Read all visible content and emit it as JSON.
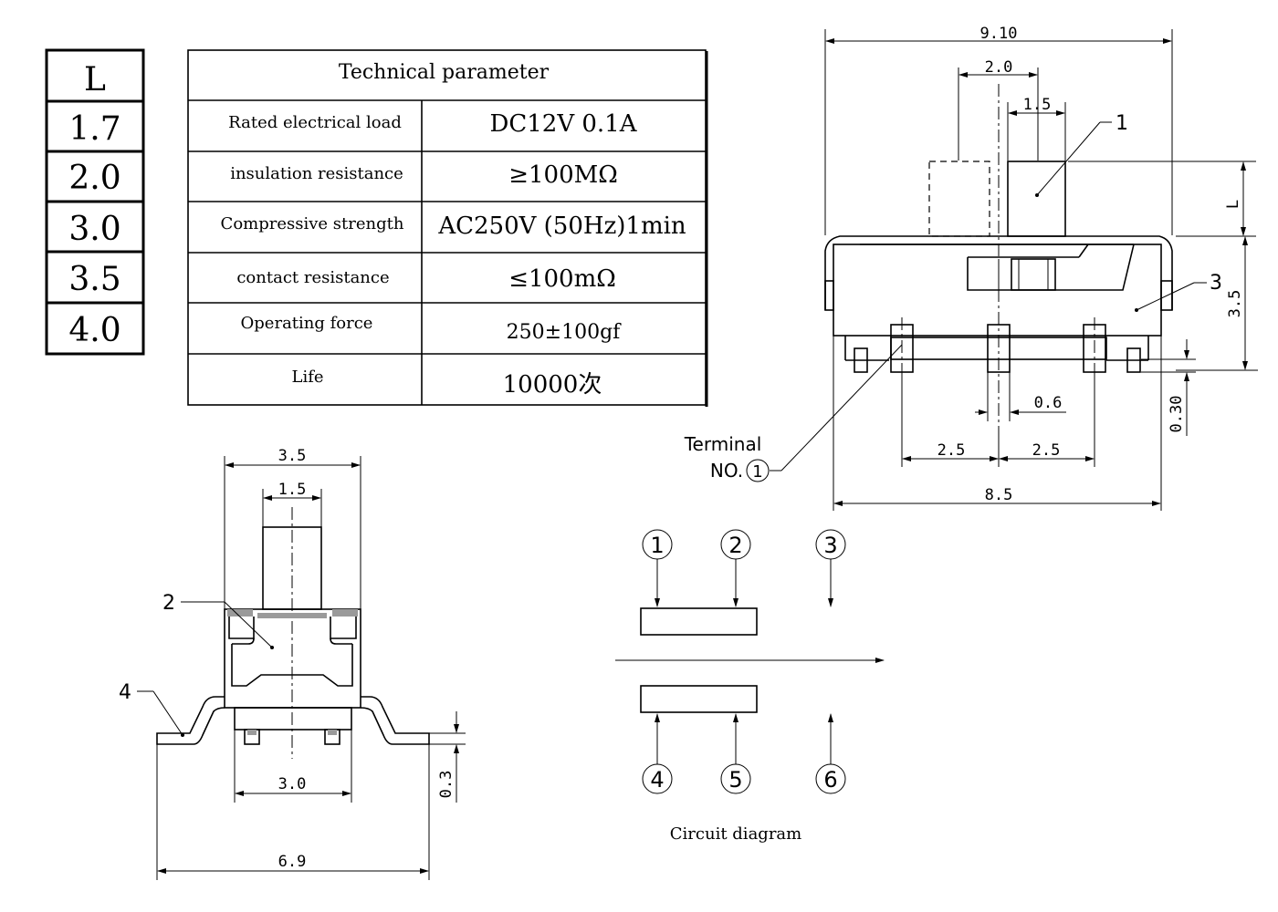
{
  "l_table": {
    "header": "L",
    "values": [
      "1.7",
      "2.0",
      "3.0",
      "3.5",
      "4.0"
    ]
  },
  "tech_table": {
    "title": "Technical parameter",
    "rows": [
      {
        "param": "Rated electrical load",
        "value": "DC12V 0.1A"
      },
      {
        "param": "insulation resistance",
        "value": "≥100MΩ"
      },
      {
        "param": "Compressive strength",
        "value": "AC250V (50Hz)1min"
      },
      {
        "param": "contact resistance",
        "value": "≤100mΩ"
      },
      {
        "param": "Operating force",
        "value": "250±100gf"
      },
      {
        "param": "Life",
        "value": "10000次"
      }
    ]
  },
  "front_view": {
    "dims": {
      "overall_width": "9.10",
      "slot_width": "2.0",
      "knob_width": "1.5",
      "knob_height": "L",
      "body_height": "3.5",
      "terminal_width": "0.6",
      "terminal_pitch_left": "2.5",
      "terminal_pitch_right": "2.5",
      "base_width": "8.5",
      "terminal_thickness": "0.30"
    },
    "callouts": {
      "knob": "1",
      "housing": "3"
    },
    "terminal_label_line1": "Terminal",
    "terminal_label_line2": "NO.",
    "terminal_number": "1"
  },
  "side_view": {
    "dims": {
      "body_width": "3.5",
      "knob_width": "1.5",
      "base_width": "3.0",
      "overall_width": "6.9",
      "lead_thickness": "0.3"
    },
    "callouts": {
      "slider": "2",
      "lead": "4"
    }
  },
  "circuit": {
    "caption": "Circuit diagram",
    "top_terminals": [
      "1",
      "2",
      "3"
    ],
    "bottom_terminals": [
      "4",
      "5",
      "6"
    ]
  }
}
